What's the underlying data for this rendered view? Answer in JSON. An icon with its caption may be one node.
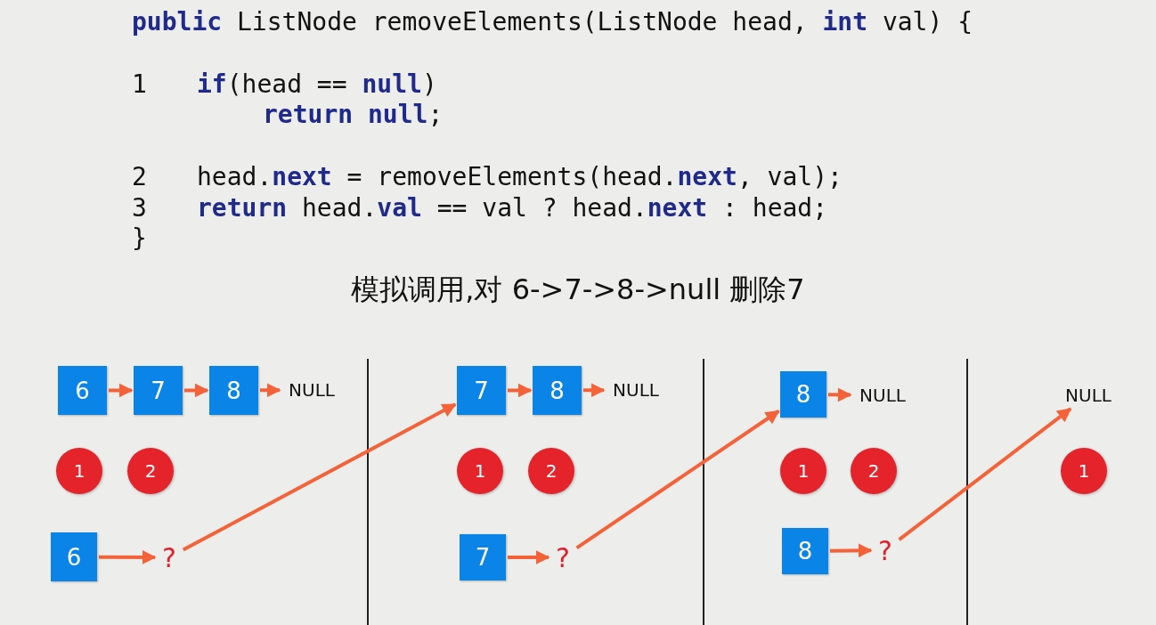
{
  "diagram": {
    "title": "模拟调用,对 6->7->8->null 删除7",
    "nodes": [
      {
        "text": [
          "6"
        ]
      },
      {
        "text": [
          "7"
        ]
      },
      {
        "text": [
          "8"
        ]
      },
      {
        "text": [
          "NULL"
        ]
      },
      {
        "text": [
          "1"
        ]
      },
      {
        "text": [
          "2"
        ]
      },
      {
        "text": [
          "6"
        ]
      },
      {
        "text": [
          "?"
        ]
      },
      {
        "text": [
          "7"
        ]
      },
      {
        "text": [
          "8"
        ]
      },
      {
        "text": [
          "NULL"
        ]
      },
      {
        "text": [
          "1"
        ]
      },
      {
        "text": [
          "2"
        ]
      },
      {
        "text": [
          "7"
        ]
      },
      {
        "text": [
          "?"
        ]
      },
      {
        "text": [
          "8"
        ]
      },
      {
        "text": [
          "NULL"
        ]
      },
      {
        "text": [
          "1"
        ]
      },
      {
        "text": [
          "2"
        ]
      },
      {
        "text": [
          "8"
        ]
      },
      {
        "text": [
          "?"
        ]
      },
      {
        "text": [
          "NULL"
        ]
      },
      {
        "text": [
          "1"
        ]
      }
    ],
    "edges": [
      {
        "from": 0,
        "to": 1,
        "arrow": "to"
      },
      {
        "from": 1,
        "to": 2,
        "arrow": "to"
      },
      {
        "from": 2,
        "to": 3,
        "arrow": "to"
      },
      {
        "from": 6,
        "to": 7,
        "arrow": "to"
      },
      {
        "from": 7,
        "to": 8,
        "arrow": "to"
      },
      {
        "from": 8,
        "to": 9,
        "arrow": "to"
      },
      {
        "from": 9,
        "to": 10,
        "arrow": "to"
      },
      {
        "from": 13,
        "to": 14,
        "arrow": "to"
      },
      {
        "from": 14,
        "to": 15,
        "arrow": "to"
      },
      {
        "from": 15,
        "to": 16,
        "arrow": "to"
      },
      {
        "from": 19,
        "to": 20,
        "arrow": "to"
      },
      {
        "from": 20,
        "to": 21,
        "arrow": "to"
      }
    ],
    "labels": [
      "**public** ListNode removeElements(ListNode head, **int** val) {",
      "1",
      "**if**(head == **null**)",
      "**return** **null**;",
      "2",
      "head.**next** = removeElements(head.**next**, val);",
      "3",
      "**return** head.**val** == val ? head.**next** : head;",
      "}"
    ]
  }
}
